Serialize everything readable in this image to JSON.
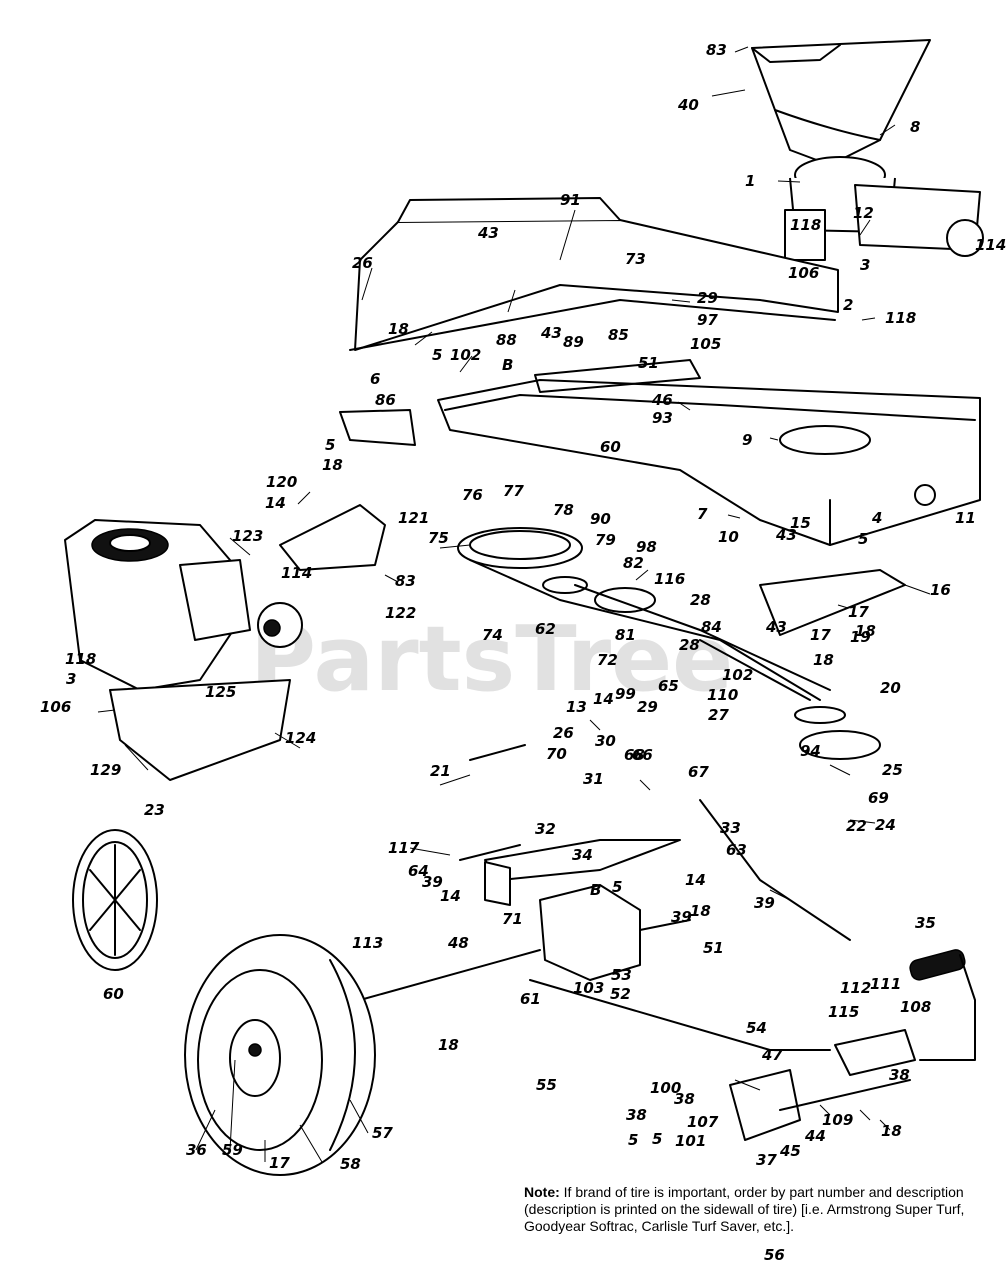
{
  "watermark": "PartsTree",
  "note": {
    "label": "Note:",
    "text": "If brand of tire is important, order by part number and description (description is printed on the sidewall of tire) [i.e. Armstrong Super Turf, Goodyear Softrac, Carlisle Turf Saver, etc.]."
  },
  "callouts": [
    "83",
    "40",
    "8",
    "1",
    "12",
    "114",
    "118",
    "106",
    "3",
    "2",
    "118",
    "91",
    "43",
    "26",
    "73",
    "29",
    "97",
    "18",
    "5",
    "102",
    "B",
    "88",
    "43",
    "89",
    "85",
    "51",
    "105",
    "6",
    "86",
    "46",
    "93",
    "9",
    "5",
    "18",
    "60",
    "77",
    "76",
    "78",
    "90",
    "79",
    "98",
    "82",
    "75",
    "116",
    "28",
    "7",
    "10",
    "43",
    "15",
    "4",
    "5",
    "11",
    "16",
    "17",
    "18",
    "43",
    "120",
    "14",
    "121",
    "123",
    "114",
    "83",
    "122",
    "74",
    "62",
    "81",
    "72",
    "84",
    "28",
    "102",
    "17",
    "18",
    "19",
    "20",
    "118",
    "3",
    "106",
    "125",
    "124",
    "129",
    "99",
    "29",
    "110",
    "65",
    "27",
    "13",
    "14",
    "26",
    "70",
    "30",
    "68",
    "67",
    "94",
    "25",
    "21",
    "66",
    "31",
    "32",
    "33",
    "63",
    "69",
    "22",
    "24",
    "23",
    "117",
    "64",
    "39",
    "14",
    "B",
    "5",
    "14",
    "39",
    "34",
    "71",
    "18",
    "39",
    "51",
    "35",
    "113",
    "48",
    "60",
    "61",
    "103",
    "53",
    "52",
    "112",
    "111",
    "115",
    "108",
    "38",
    "5",
    "18",
    "55",
    "54",
    "47",
    "38",
    "38",
    "107",
    "101",
    "100",
    "5",
    "18",
    "109",
    "44",
    "45",
    "37",
    "36",
    "59",
    "17",
    "58",
    "57",
    "56"
  ]
}
